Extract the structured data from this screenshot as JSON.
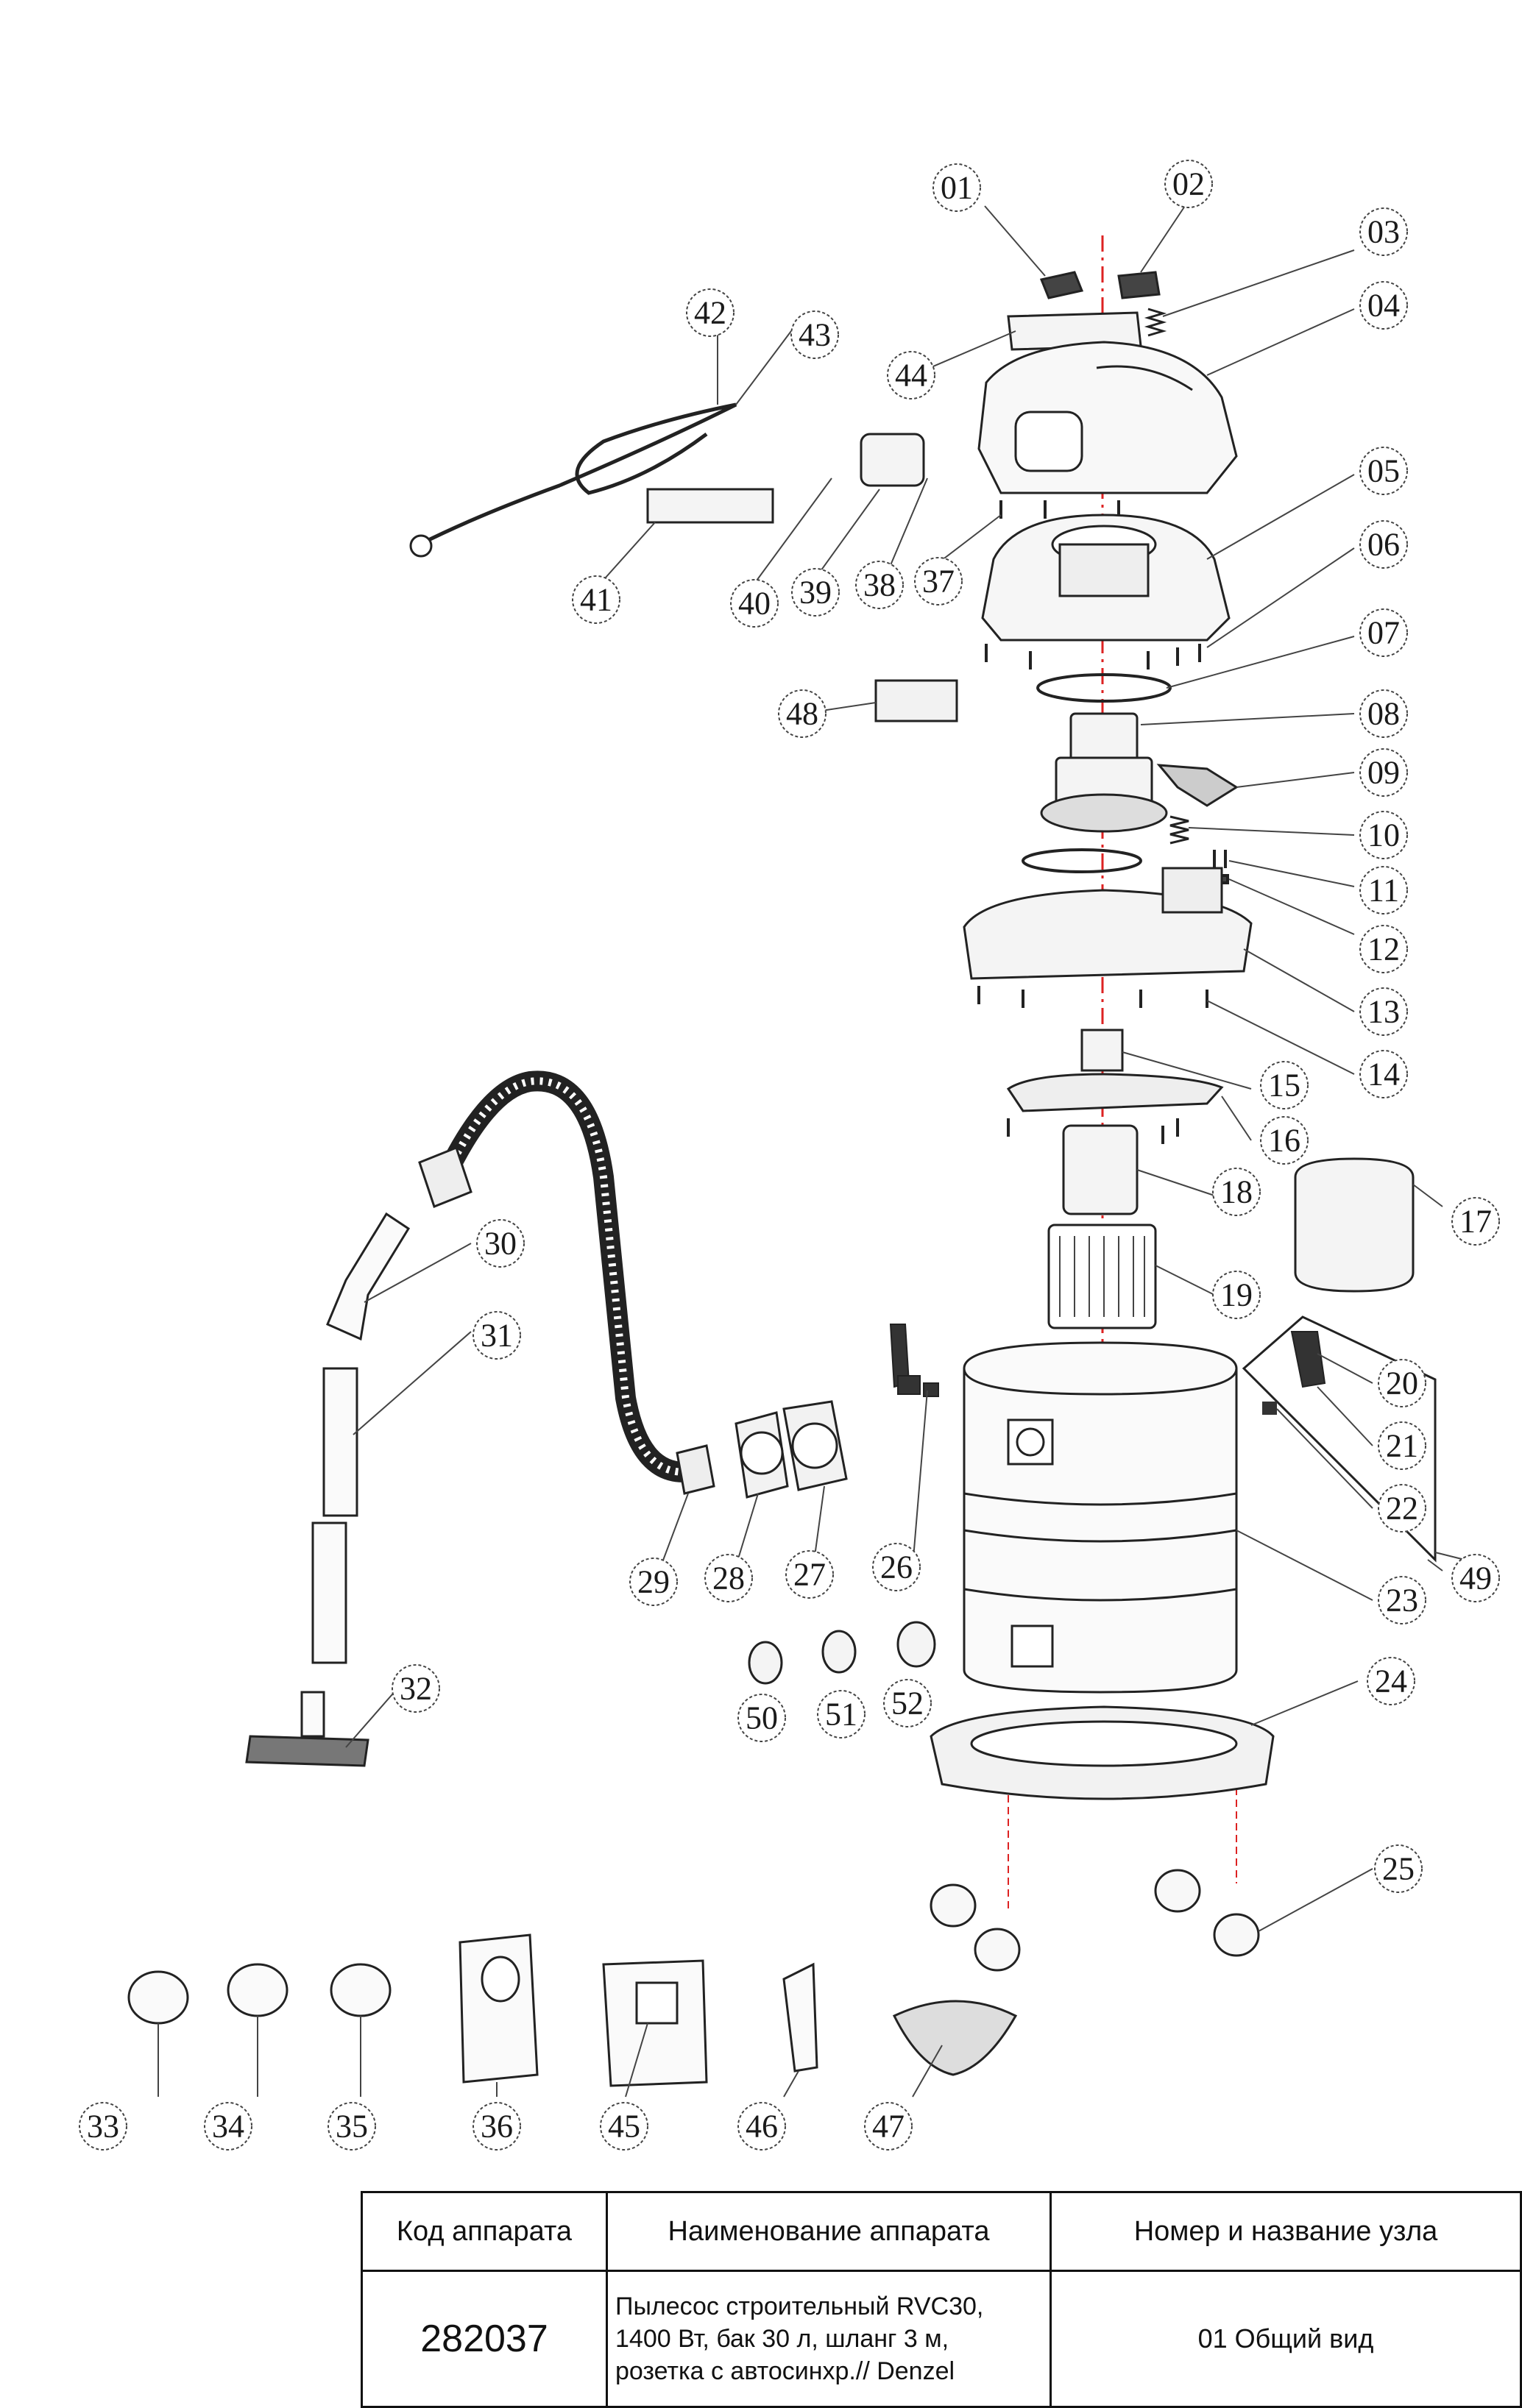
{
  "callouts": [
    "01",
    "02",
    "03",
    "04",
    "05",
    "06",
    "07",
    "08",
    "09",
    "10",
    "11",
    "12",
    "13",
    "14",
    "15",
    "16",
    "17",
    "18",
    "19",
    "20",
    "21",
    "22",
    "23",
    "24",
    "25",
    "26",
    "27",
    "28",
    "29",
    "30",
    "31",
    "32",
    "33",
    "34",
    "35",
    "36",
    "37",
    "38",
    "39",
    "40",
    "41",
    "42",
    "43",
    "44",
    "45",
    "46",
    "47",
    "48",
    "49",
    "50",
    "51",
    "52"
  ],
  "table": {
    "headers": [
      "Код аппарата",
      "Наименование аппарата",
      "Номер и название узла"
    ],
    "code": "282037",
    "name_lines": [
      "Пылесос строительный RVC30,",
      "1400 Вт, бак 30 л, шланг 3 м,",
      "розетка с автосинхр.// Denzel"
    ],
    "node": "01 Общий вид"
  }
}
